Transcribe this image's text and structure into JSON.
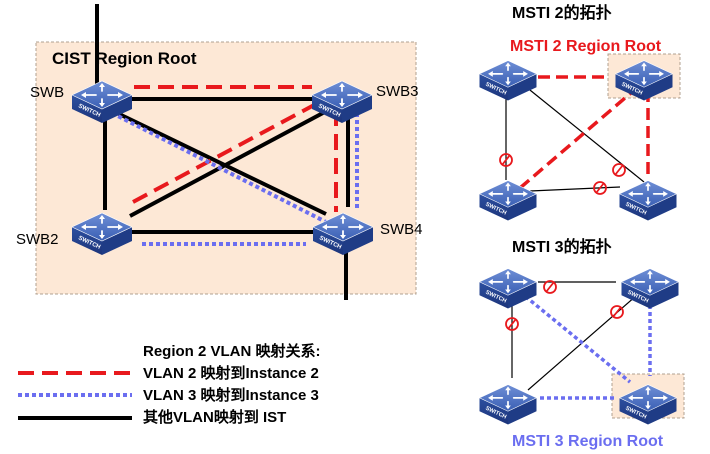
{
  "cist_panel": {
    "title": "CIST Region Root",
    "switches": {
      "swb1": "SWB",
      "swb2": "SWB2",
      "swb3": "SWB3",
      "swb4": "SWB4"
    }
  },
  "msti2_panel": {
    "heading": "MSTI 2的拓扑",
    "region_root_label": "MSTI 2 Region Root"
  },
  "msti3_panel": {
    "heading": "MSTI 3的拓扑",
    "region_root_label": "MSTI 3 Region Root"
  },
  "switch_icon_text": "SWITCH",
  "legend": {
    "title": "Region 2 VLAN 映射关系:",
    "items": [
      {
        "label": "VLAN 2 映射到Instance 2",
        "style": "red-dashed"
      },
      {
        "label": "VLAN 3 映射到Instance 3",
        "style": "blue-dotted"
      },
      {
        "label": "其他VLAN映射到 IST",
        "style": "black-solid"
      }
    ]
  },
  "colors": {
    "region_fill": "#fde8d6",
    "region_border": "#b0a090",
    "instance2": "#e8191d",
    "instance3": "#6b6ef0",
    "ist": "#000000",
    "msti3_label": "#6b6ef0",
    "switch_blue": "#2c4fa0"
  }
}
